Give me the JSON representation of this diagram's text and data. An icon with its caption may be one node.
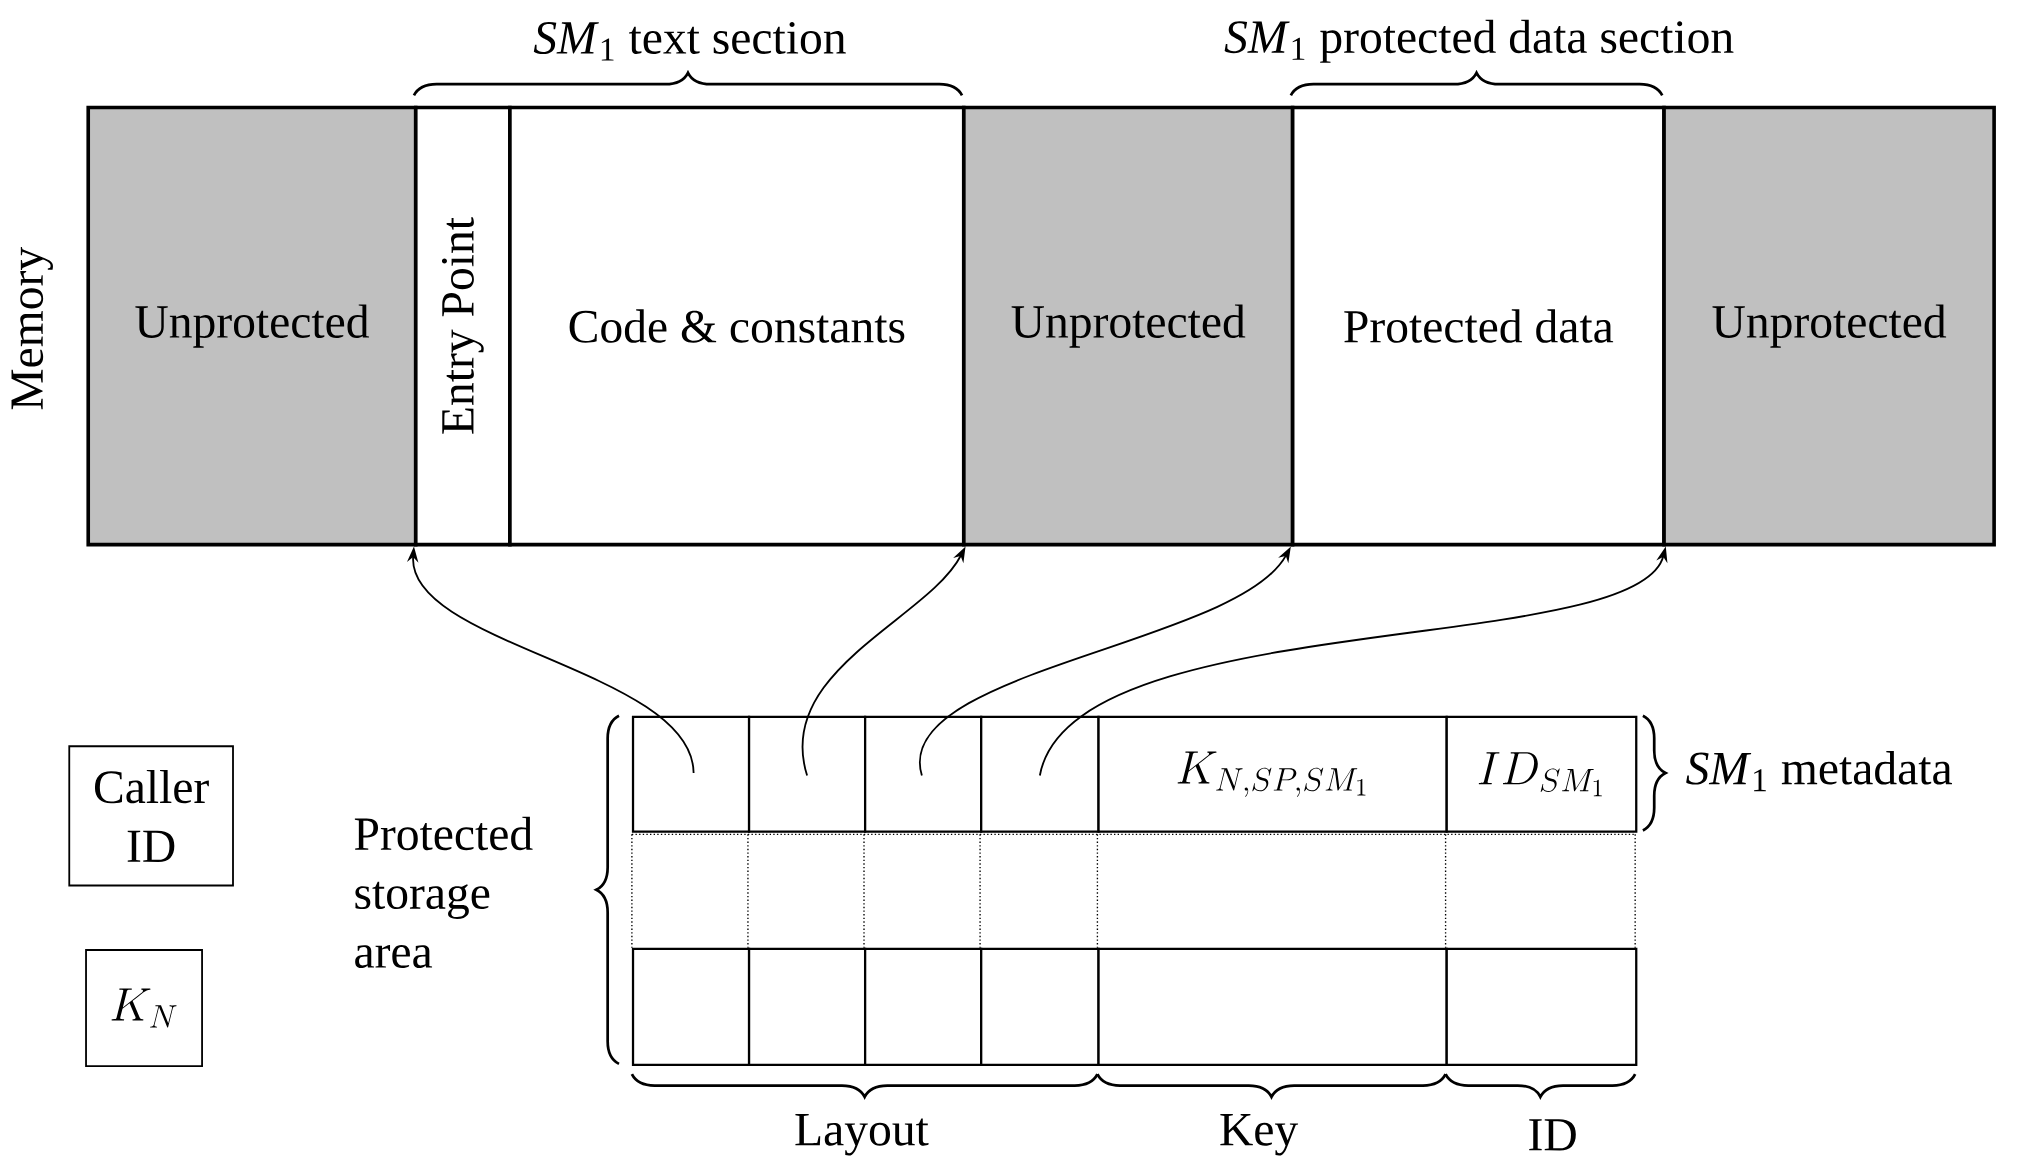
{
  "diagram": {
    "nodes": [
      {
        "text": [
          "Unprotected"
        ]
      },
      {
        "text": [
          "Entry Point"
        ]
      },
      {
        "text": [
          "Code & constants"
        ]
      },
      {
        "text": [
          "Unprotected"
        ]
      },
      {
        "text": [
          "Protected data"
        ]
      },
      {
        "text": [
          "Unprotected"
        ]
      },
      {
        "text": [],
        "shape": "box"
      },
      {
        "text": [],
        "shape": "box"
      },
      {
        "text": [],
        "shape": "box"
      },
      {
        "text": [],
        "shape": "box"
      },
      {
        "text": [
          "K_{N,SP,SM_1}"
        ]
      },
      {
        "text": [
          "ID_{SM_1}"
        ]
      },
      {
        "text": [],
        "shape": "box"
      },
      {
        "text": [],
        "shape": "box"
      },
      {
        "text": [],
        "shape": "box"
      },
      {
        "text": [],
        "shape": "box"
      },
      {
        "text": [],
        "shape": "box"
      },
      {
        "text": [],
        "shape": "box"
      },
      {
        "text": [
          "Caller ID"
        ]
      },
      {
        "text": [
          "K_N"
        ]
      }
    ],
    "edges": [
      {
        "from": 6,
        "to": 1,
        "arrow": "to"
      },
      {
        "from": 7,
        "to": 2,
        "arrow": "to"
      },
      {
        "from": 8,
        "to": 4,
        "arrow": "to"
      },
      {
        "from": 9,
        "to": 4,
        "arrow": "to"
      }
    ],
    "labels": [
      "Memory",
      "*SM*$_{1}$ text section",
      "*SM*$_{1}$ protected data section",
      "*SM*$_{1}$ metadata",
      "Protected storage area",
      "Layout",
      "Key",
      "ID"
    ]
  }
}
